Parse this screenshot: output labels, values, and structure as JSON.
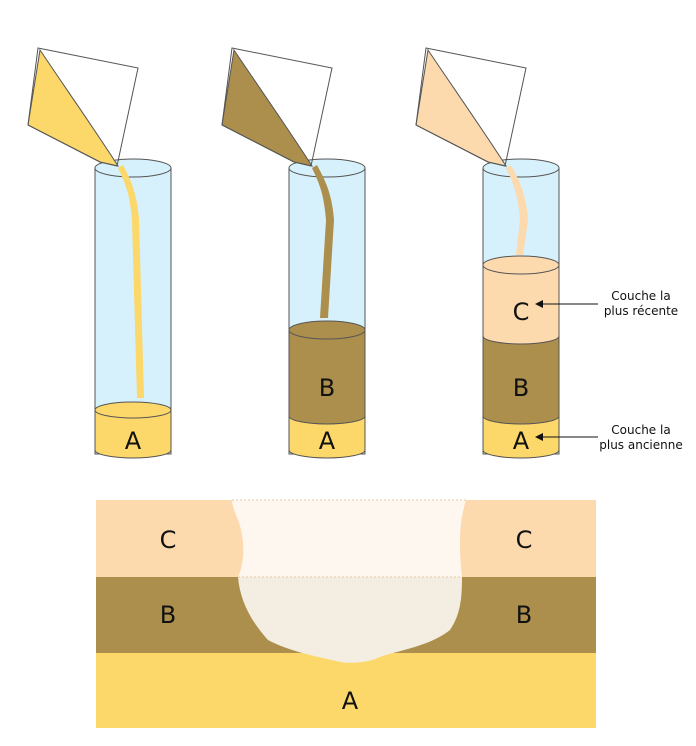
{
  "colors": {
    "layer_a": "#FCD769",
    "layer_b": "#AD8F4D",
    "layer_c": "#FDD9AE",
    "tube_glass": "#D6F1FB",
    "outline": "#555555",
    "cut_light": "#FEF7EF",
    "cut_fill": "#F4EEE2"
  },
  "tubes": [
    {
      "id": "tube-1",
      "layers": [
        {
          "label": "A",
          "color_key": "layer_a"
        }
      ],
      "pour_color_key": "layer_a"
    },
    {
      "id": "tube-2",
      "layers": [
        {
          "label": "A",
          "color_key": "layer_a"
        },
        {
          "label": "B",
          "color_key": "layer_b"
        }
      ],
      "pour_color_key": "layer_b"
    },
    {
      "id": "tube-3",
      "layers": [
        {
          "label": "A",
          "color_key": "layer_a"
        },
        {
          "label": "B",
          "color_key": "layer_b"
        },
        {
          "label": "C",
          "color_key": "layer_c"
        }
      ],
      "pour_color_key": "layer_c"
    }
  ],
  "annotations": {
    "recent_line1": "Couche la",
    "recent_line2": "plus récente",
    "oldest_line1": "Couche la",
    "oldest_line2": "plus ancienne"
  },
  "section": {
    "top_left_label": "C",
    "top_right_label": "C",
    "mid_left_label": "B",
    "mid_right_label": "B",
    "bottom_label": "A"
  }
}
